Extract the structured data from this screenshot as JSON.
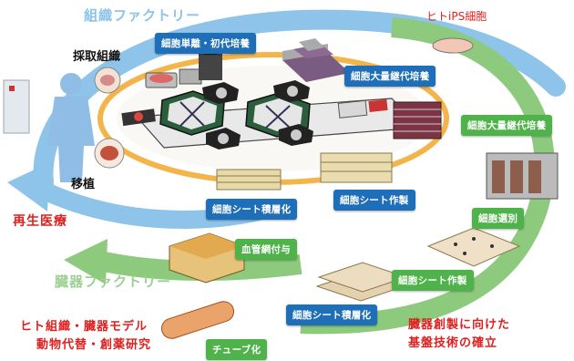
{
  "headings": {
    "tissue_factory": "組織ファクトリー",
    "organ_factory": "臓器ファクトリー",
    "human_ips": "ヒトiPS細胞",
    "regenerative_medicine": "再生医療",
    "collect_tissue": "採取組織",
    "transplant": "移植"
  },
  "blue_labels": {
    "single_cell_primary_culture": "細胞単離・初代培養",
    "cell_mass_subculture": "細胞大量継代培養",
    "cell_sheet_stacking": "細胞シート積層化",
    "cell_sheet_fabrication": "細胞シート作製",
    "cell_sheet_stacking_2": "細胞シート積層化"
  },
  "green_labels": {
    "cell_mass_subculture": "細胞大量継代培養",
    "cell_selection": "細胞選別",
    "cell_sheet_fabrication": "細胞シート作製",
    "vascular_network": "血管網付与",
    "tubularization": "チューブ化"
  },
  "footnotes": {
    "human_tissue_model_line1": "ヒト組織・臓器モデル",
    "human_tissue_model_line2": "動物代替・創薬研究",
    "organ_fabrication_line1": "臓器創製に向けた",
    "organ_fabrication_line2": "基盤技術の確立"
  },
  "colors": {
    "blue_arrow": "#8fc4ea",
    "green_arrow": "#8dca7e",
    "orange_track": "#f3b54a",
    "blue_pill": "#1f6fb8",
    "green_pill": "#4fb24a",
    "red_text": "#e02020"
  }
}
